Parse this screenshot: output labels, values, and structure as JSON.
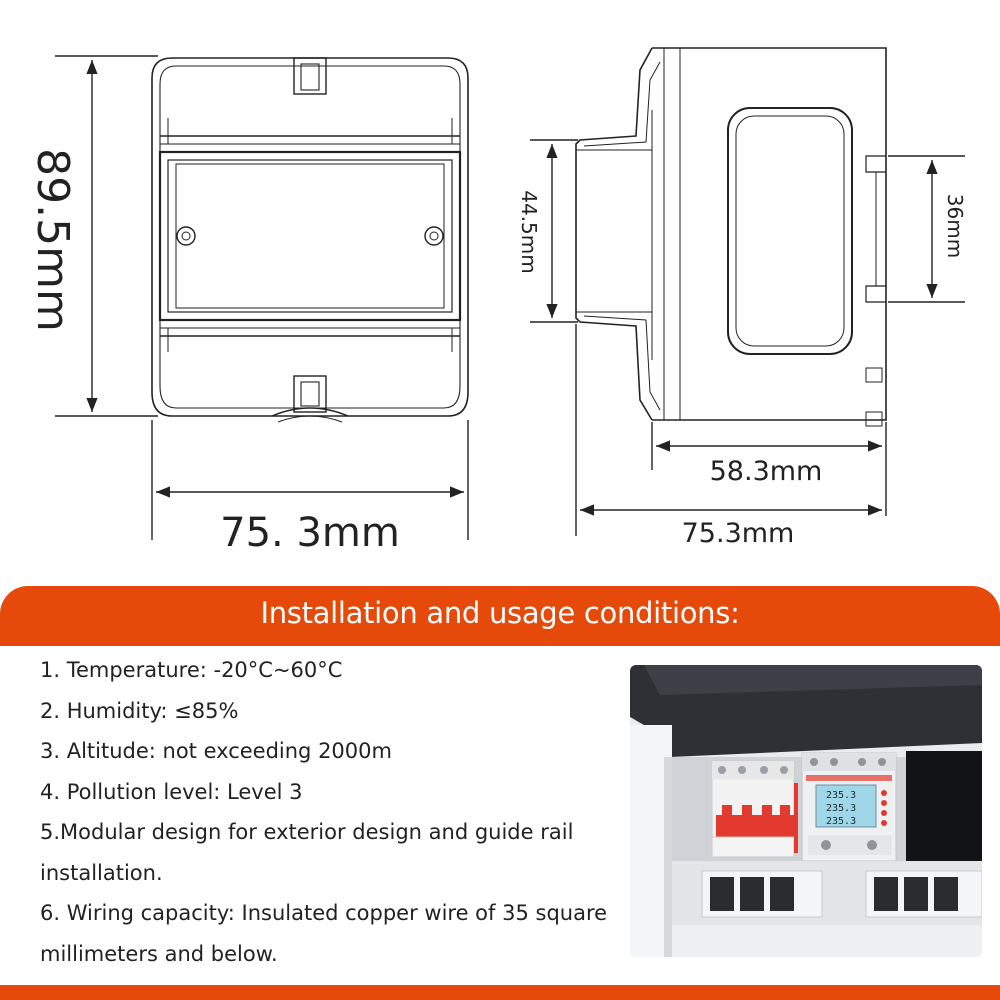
{
  "dimensions": {
    "front_height": "89.5mm",
    "front_width": "75. 3mm",
    "side_rail_height": "44.5mm",
    "side_inner_height": "36mm",
    "side_depth": "58.3mm",
    "side_width": "75.3mm"
  },
  "banner": {
    "title": "Installation and usage conditions:"
  },
  "conditions": [
    "1. Temperature: -20°C~60°C",
    "2. Humidity: ≤85%",
    "3. Altitude: not exceeding 2000m",
    "4. Pollution level: Level 3",
    "5.Modular design for exterior design and guide rail installation.",
    "6. Wiring capacity: Insulated copper wire of 35 square millimeters and below."
  ],
  "photo": {
    "meter_readings": [
      "235.3",
      "235.3",
      "235.3"
    ]
  },
  "colors": {
    "accent": "#e64a0a",
    "breaker_red": "#e23a2e",
    "lcd": "#9fd6e8"
  }
}
